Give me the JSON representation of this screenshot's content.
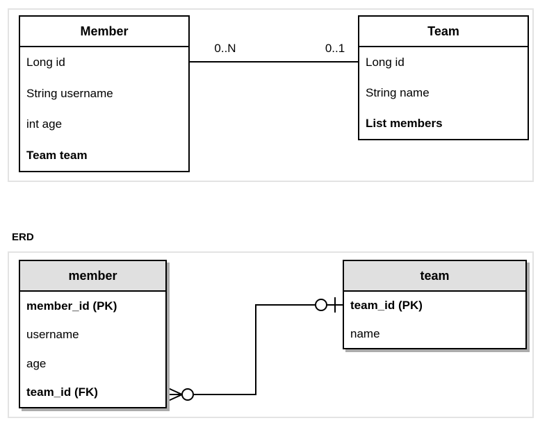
{
  "uml": {
    "member": {
      "title": "Member",
      "attributes": [
        "Long id",
        "String username",
        "int age",
        "Team team"
      ]
    },
    "team": {
      "title": "Team",
      "attributes": [
        "Long id",
        "String name",
        "List members"
      ]
    },
    "relation": {
      "member_end_multiplicity": "0..N",
      "team_end_multiplicity": "0..1"
    }
  },
  "erd": {
    "section_label": "ERD",
    "tables": {
      "member": {
        "title": "member",
        "rows": [
          "member_id (PK)",
          "username",
          "age",
          "team_id (FK)"
        ]
      },
      "team": {
        "title": "team",
        "rows": [
          "team_id (PK)",
          "name"
        ]
      }
    },
    "relation": {
      "member_end_notation": "zero-or-many",
      "team_end_notation": "zero-or-one"
    }
  },
  "colors": {
    "line": "#000000",
    "panel_border": "#e3e3e3",
    "erd_header_fill": "#e0e0e0",
    "table_shadow": "#ababab",
    "background": "#ffffff"
  }
}
